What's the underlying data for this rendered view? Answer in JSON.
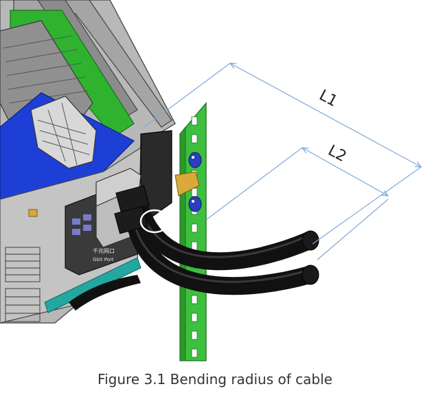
{
  "figure": {
    "caption": "Figure 3.1 Bending radius of cable",
    "dimension_labels": {
      "l1": "L1",
      "l2": "L2"
    },
    "colors": {
      "rail_green": "#3dc03d",
      "board_green": "#2fb32f",
      "board_blue": "#1e3fd6",
      "chassis_gray": "#9a9a9a",
      "cable_black": "#111111",
      "dimension_line": "#7fa7d9",
      "bracket_gold": "#d9a93a",
      "teal_accent": "#23a7a0"
    },
    "panel_markings": {
      "top": "千兆网口",
      "bottom": "Gbit Port"
    }
  }
}
